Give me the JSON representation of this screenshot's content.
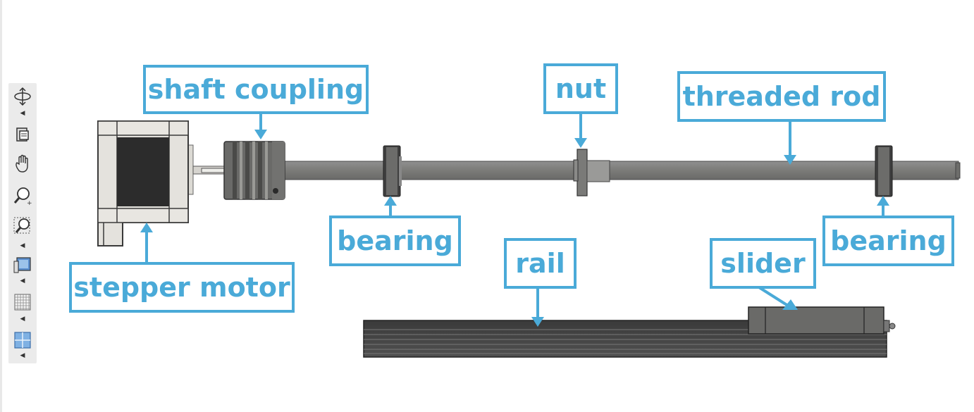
{
  "toolbar": {
    "tools": [
      {
        "icon": "orbit-icon",
        "has_menu": true
      },
      {
        "icon": "look-at-icon",
        "has_menu": false
      },
      {
        "icon": "pan-hand-icon",
        "has_menu": false
      },
      {
        "icon": "zoom-icon",
        "has_menu": false
      },
      {
        "icon": "zoom-window-icon",
        "has_menu": true
      },
      {
        "icon": "display-settings-icon",
        "has_menu": true
      },
      {
        "icon": "grid-icon",
        "has_menu": true
      },
      {
        "icon": "viewports-icon",
        "has_menu": true
      }
    ]
  },
  "labels": {
    "shaft_coupling": "shaft coupling",
    "nut": "nut",
    "threaded_rod": "threaded rod",
    "stepper_motor": "stepper motor",
    "bearing_left": "bearing",
    "bearing_right": "bearing",
    "rail": "rail",
    "slider": "slider"
  },
  "colors": {
    "callout": "#4aaad8",
    "part_dark": "#3a3a3a",
    "part_mid": "#7b7b78",
    "motor_frame": "#e4e2dd",
    "motor_core": "#2c2c2c"
  }
}
